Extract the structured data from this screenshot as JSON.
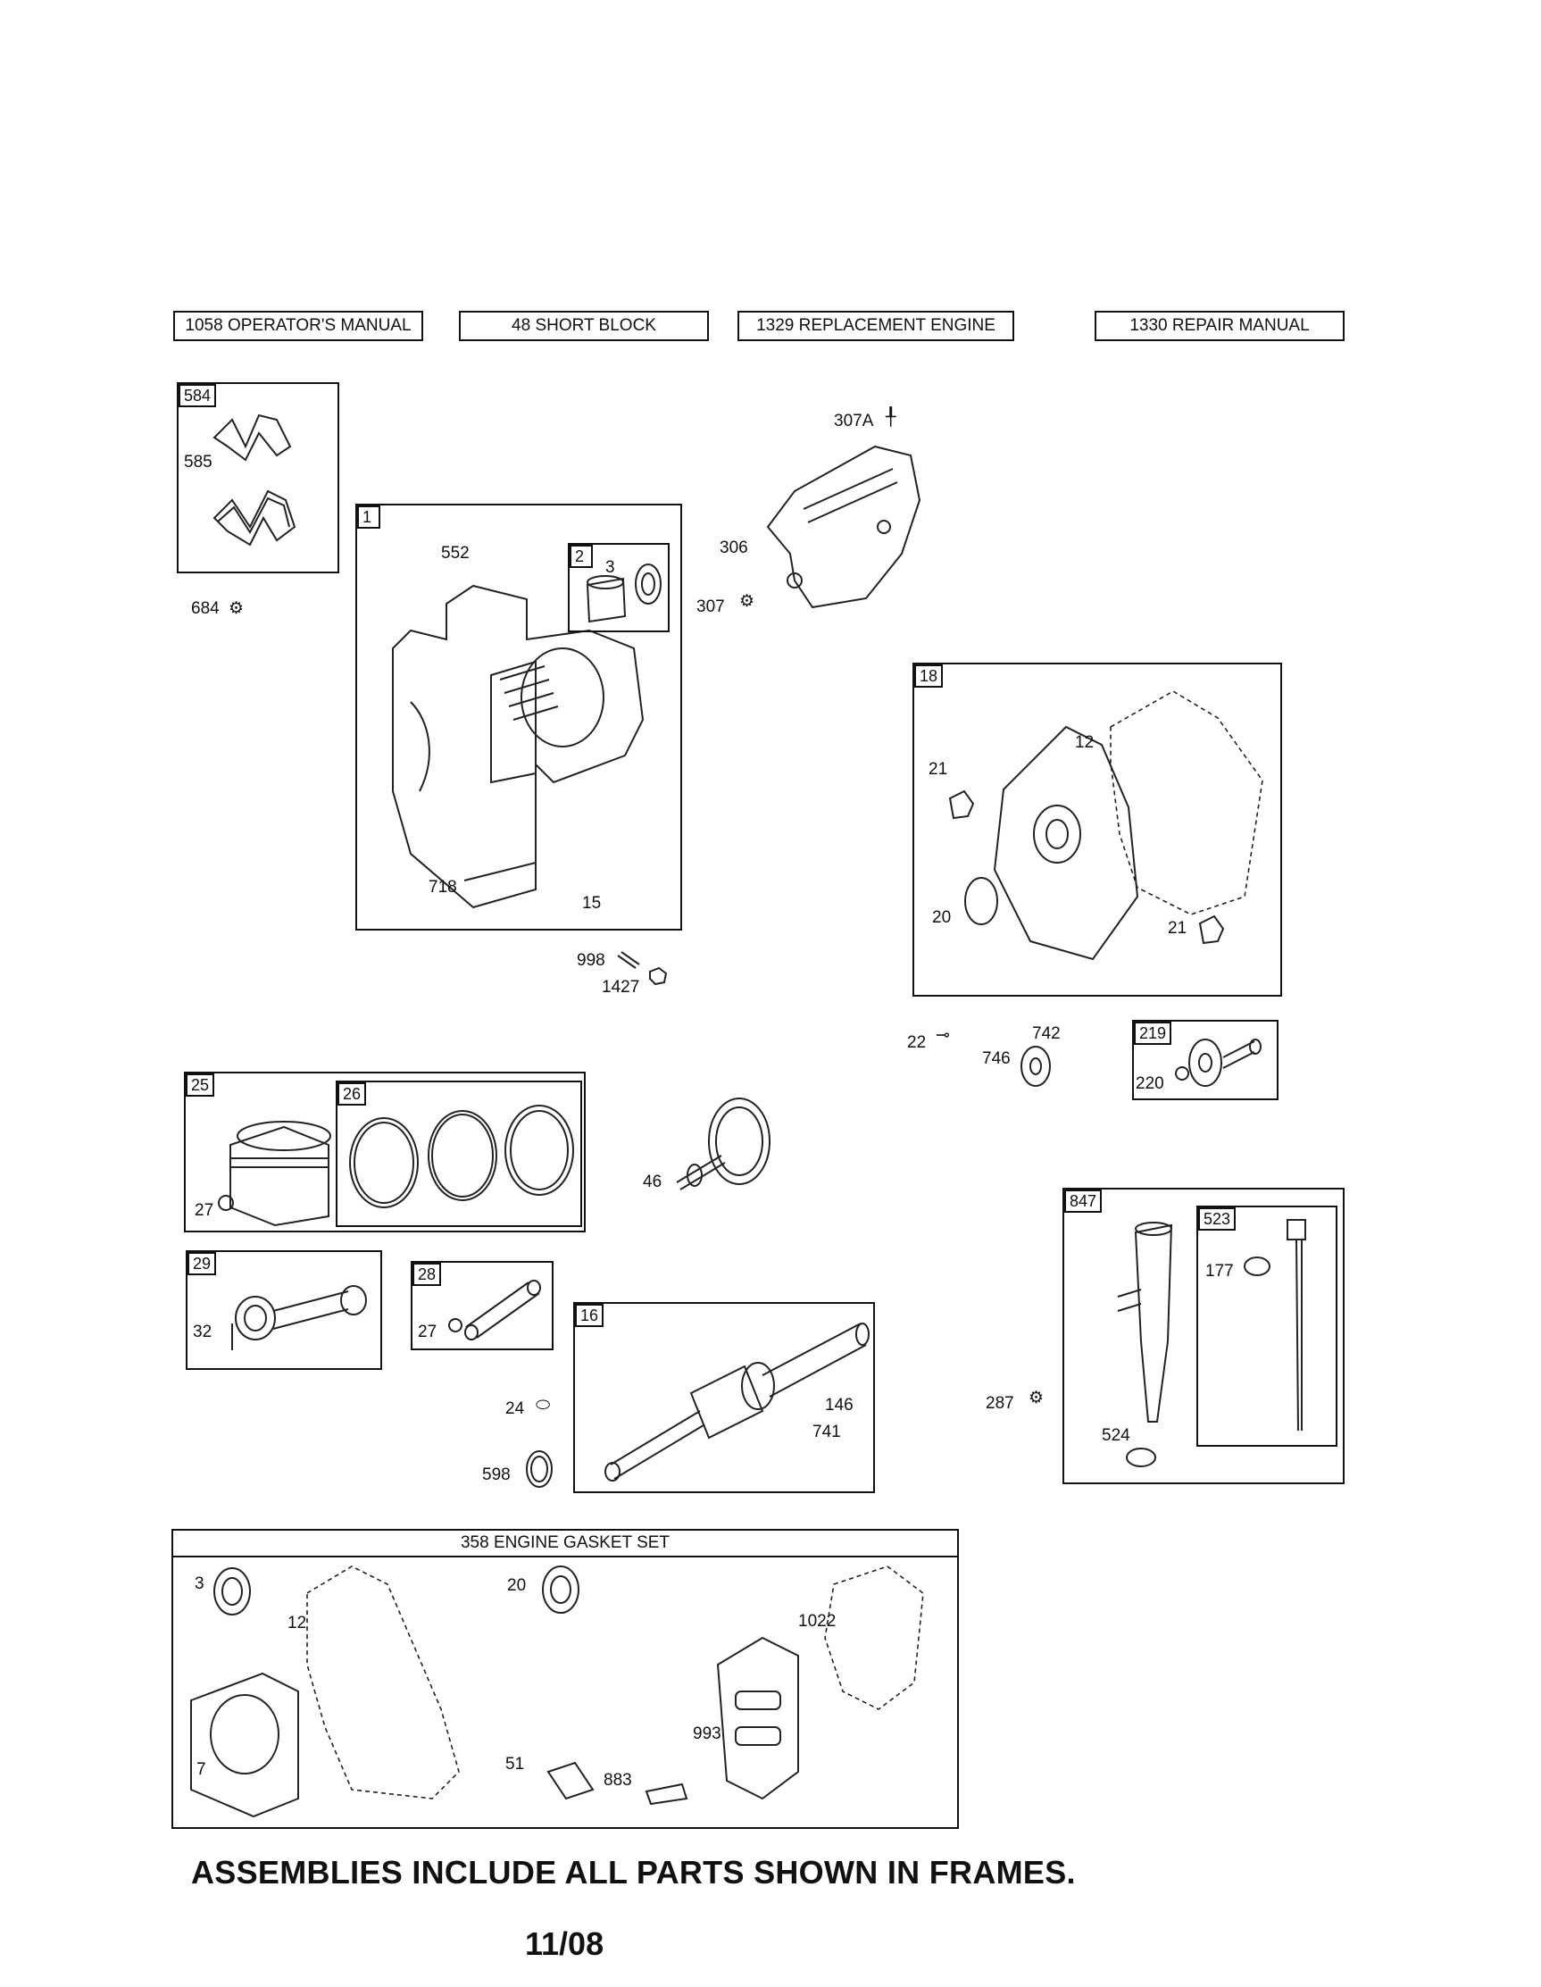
{
  "header_boxes": [
    {
      "number": "1058",
      "text": "OPERATOR'S MANUAL"
    },
    {
      "number": "48",
      "text": "SHORT BLOCK"
    },
    {
      "number": "1329",
      "text": "REPLACEMENT ENGINE"
    },
    {
      "number": "1330",
      "text": "REPAIR MANUAL"
    }
  ],
  "frames": {
    "f584": "584",
    "f1": "1",
    "f2": "2",
    "f18": "18",
    "f219": "219",
    "f25": "25",
    "f26": "26",
    "f29": "29",
    "f28": "28",
    "f16": "16",
    "f847": "847",
    "f523": "523"
  },
  "gasket_set": {
    "number": "358",
    "title": "ENGINE GASKET SET"
  },
  "parts": {
    "p585": "585",
    "p684": "684",
    "p552": "552",
    "p3": "3",
    "p718": "718",
    "p15": "15",
    "p998": "998",
    "p1427": "1427",
    "p307A": "307A",
    "p306": "306",
    "p307": "307",
    "p12": "12",
    "p21a": "21",
    "p20": "20",
    "p21b": "21",
    "p22": "22",
    "p742": "742",
    "p746": "746",
    "p220": "220",
    "p27a": "27",
    "p46": "46",
    "p32": "32",
    "p27b": "27",
    "p24": "24",
    "p598": "598",
    "p146": "146",
    "p741": "741",
    "p177": "177",
    "p287": "287",
    "p524": "524",
    "g3": "3",
    "g12": "12",
    "g20": "20",
    "g1022": "1022",
    "g7": "7",
    "g51": "51",
    "g883": "883",
    "g993": "993"
  },
  "footer": {
    "note": "ASSEMBLIES INCLUDE ALL PARTS SHOWN IN FRAMES.",
    "date": "11/08"
  }
}
